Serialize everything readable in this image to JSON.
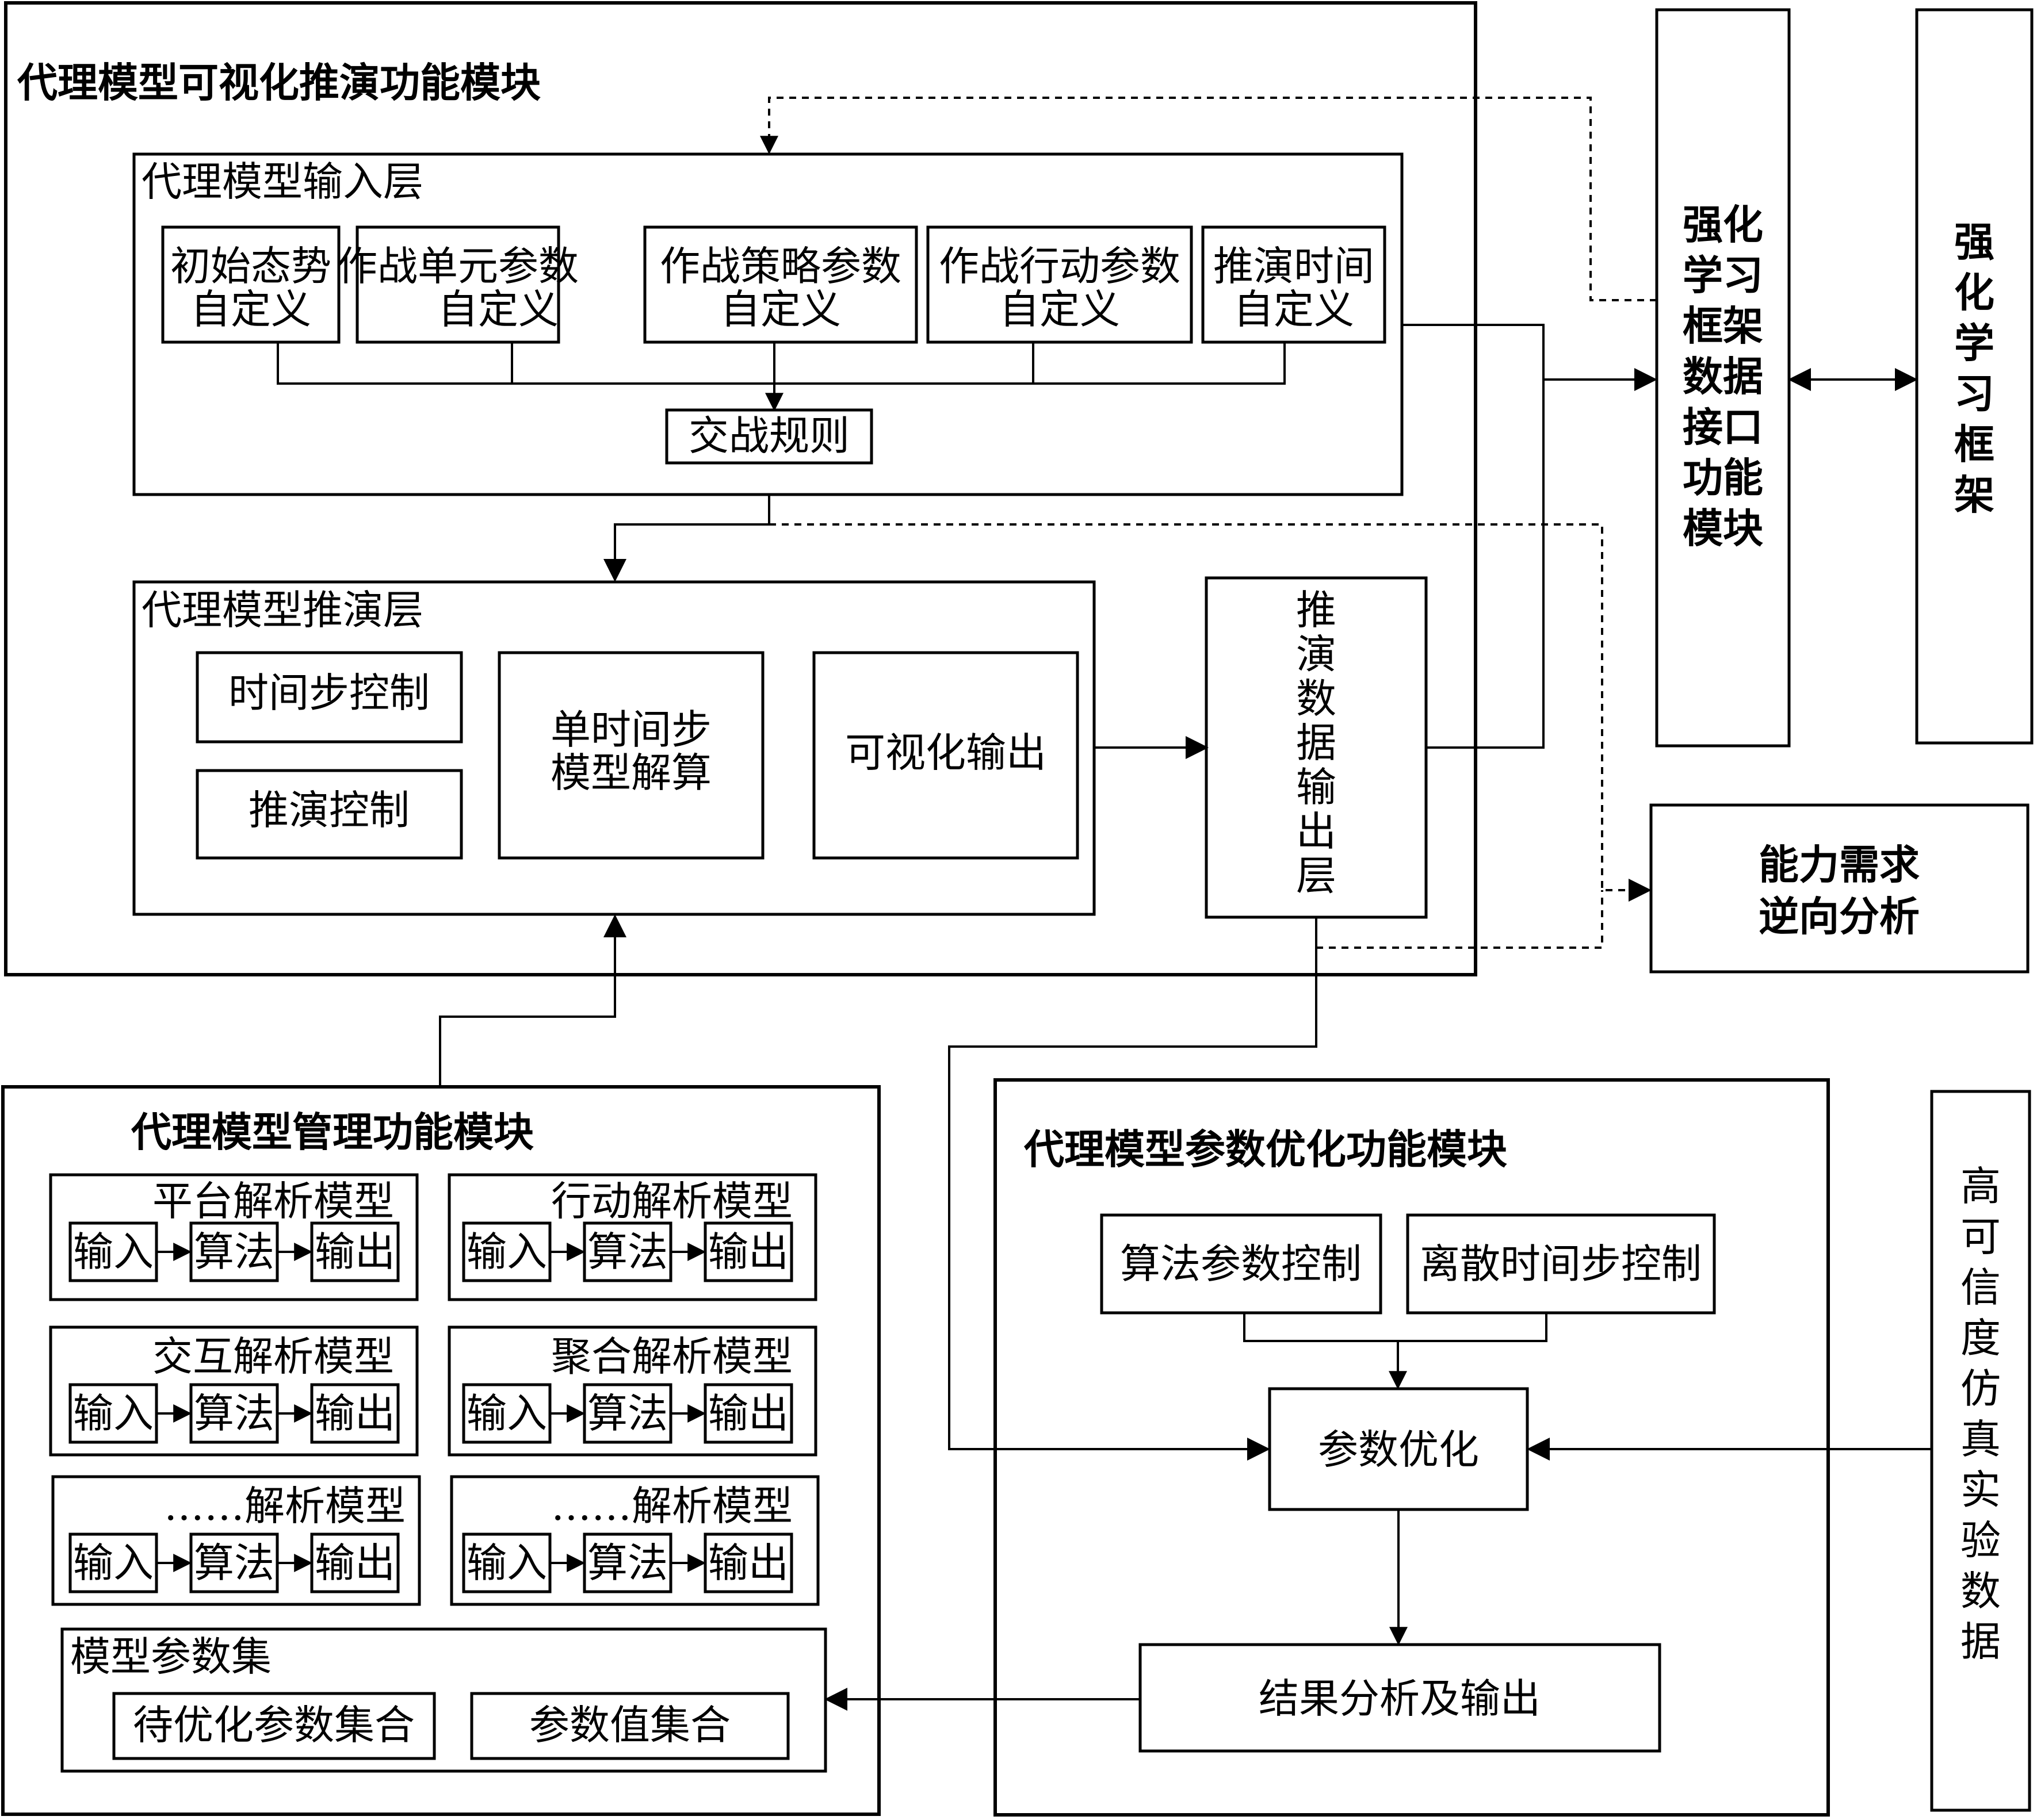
{
  "visual_module": {
    "title": "代理模型可视化推演功能模块",
    "input_layer": {
      "title": "代理模型输入层",
      "items": [
        {
          "line1": "初始态势",
          "line2": "自定义"
        },
        {
          "line1": "作战单元参数",
          "line2": "自定义"
        },
        {
          "line1": "作战策略参数",
          "line2": "自定义"
        },
        {
          "line1": "作战行动参数",
          "line2": "自定义"
        },
        {
          "line1": "推演时间",
          "line2": "自定义"
        }
      ],
      "rules": "交战规则"
    },
    "deduce_layer": {
      "title": "代理模型推演层",
      "time_step": "时间步控制",
      "deduce_ctrl": "推演控制",
      "solve_line1": "单时间步",
      "solve_line2": "模型解算",
      "visual_output": "可视化输出"
    },
    "output_layer": [
      "推",
      "演",
      "数",
      "据",
      "输",
      "出",
      "层"
    ]
  },
  "rl_interface": [
    "强化",
    "学习",
    "框架",
    "数据",
    "接口",
    "功能",
    "模块"
  ],
  "rl_framework": [
    "强",
    "化",
    "学",
    "习",
    "框",
    "架"
  ],
  "capability": {
    "line1": "能力需求",
    "line2": "逆向分析"
  },
  "management": {
    "title": "代理模型管理功能模块",
    "models": [
      {
        "title": "平台解析模型",
        "in": "输入",
        "alg": "算法",
        "out": "输出"
      },
      {
        "title": "行动解析模型",
        "in": "输入",
        "alg": "算法",
        "out": "输出"
      },
      {
        "title": "交互解析模型",
        "in": "输入",
        "alg": "算法",
        "out": "输出"
      },
      {
        "title": "聚合解析模型",
        "in": "输入",
        "alg": "算法",
        "out": "输出"
      },
      {
        "title": "……解析模型",
        "in": "输入",
        "alg": "算法",
        "out": "输出"
      },
      {
        "title": "……解析模型",
        "in": "输入",
        "alg": "算法",
        "out": "输出"
      }
    ],
    "param_set": {
      "title": "模型参数集",
      "to_optimize": "待优化参数集合",
      "values": "参数值集合"
    }
  },
  "optimization": {
    "title": "代理模型参数优化功能模块",
    "alg_param": "算法参数控制",
    "discrete_step": "离散时间步控制",
    "optimize": "参数优化",
    "result": "结果分析及输出"
  },
  "hifi_data": [
    "高",
    "可",
    "信",
    "度",
    "仿",
    "真",
    "实",
    "验",
    "数",
    "据"
  ]
}
